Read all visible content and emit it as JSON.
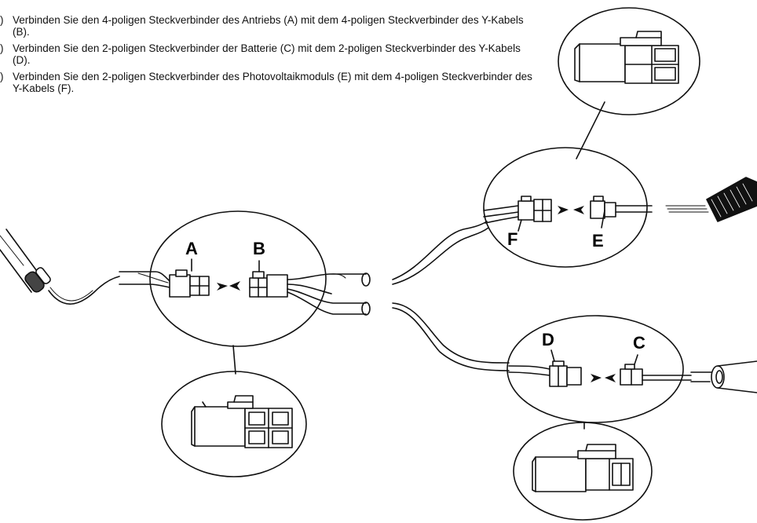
{
  "instructions": [
    {
      "marker": ")",
      "text": "Verbinden Sie den 4-poligen Steckverbinder des Antriebs (A) mit dem 4-poligen Steckverbinder des Y-Kabels (B)."
    },
    {
      "marker": ")",
      "text": "Verbinden Sie den 2-poligen Steckverbinder der Batterie (C) mit dem 2-poligen Steckverbinder des Y-Kabels (D)."
    },
    {
      "marker": ")",
      "text": "Verbinden Sie den 2-poligen Steckverbinder des Photovoltaikmoduls (E) mit dem 4-poligen Steckverbinder des Y-Kabels (F)."
    }
  ],
  "labels": {
    "a": "A",
    "b": "B",
    "c": "C",
    "d": "D",
    "e": "E",
    "f": "F"
  },
  "colors": {
    "line": "#111111",
    "background": "#ffffff"
  }
}
